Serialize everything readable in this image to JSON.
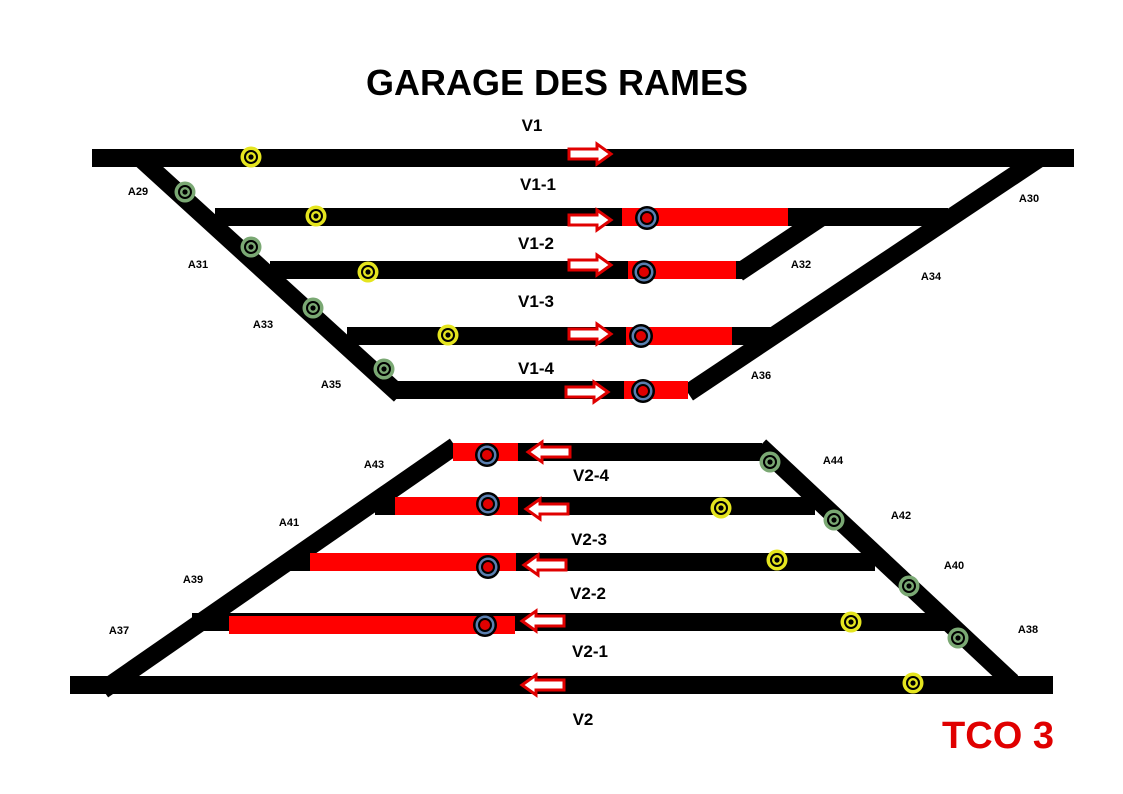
{
  "title": "GARAGE DES RAMES",
  "panel_id": "TCO 3",
  "colors": {
    "rail": "#000000",
    "occupied": "#ff0000",
    "sensor_yellow": "#e5e51f",
    "sensor_green": "#7aa873",
    "sensor_blue": "#5a7fb0",
    "signal_red": "#e00000",
    "arrow_outline": "#e00000",
    "tco_text": "#e00000"
  },
  "upper_group": {
    "tracks": [
      {
        "label": "V1",
        "direction": "right",
        "occupied": false
      },
      {
        "label": "V1-1",
        "direction": "right",
        "occupied": true
      },
      {
        "label": "V1-2",
        "direction": "right",
        "occupied": true
      },
      {
        "label": "V1-3",
        "direction": "right",
        "occupied": true
      },
      {
        "label": "V1-4",
        "direction": "right",
        "occupied": true
      }
    ],
    "switches": [
      "A29",
      "A30",
      "A31",
      "A32",
      "A33",
      "A34",
      "A35",
      "A36"
    ]
  },
  "lower_group": {
    "tracks": [
      {
        "label": "V2-4",
        "direction": "left",
        "occupied": true
      },
      {
        "label": "V2-3",
        "direction": "left",
        "occupied": true
      },
      {
        "label": "V2-2",
        "direction": "left",
        "occupied": true
      },
      {
        "label": "V2-1",
        "direction": "left",
        "occupied": true
      },
      {
        "label": "V2",
        "direction": "left",
        "occupied": false
      }
    ],
    "switches": [
      "A37",
      "A38",
      "A39",
      "A40",
      "A41",
      "A42",
      "A43",
      "A44"
    ]
  }
}
